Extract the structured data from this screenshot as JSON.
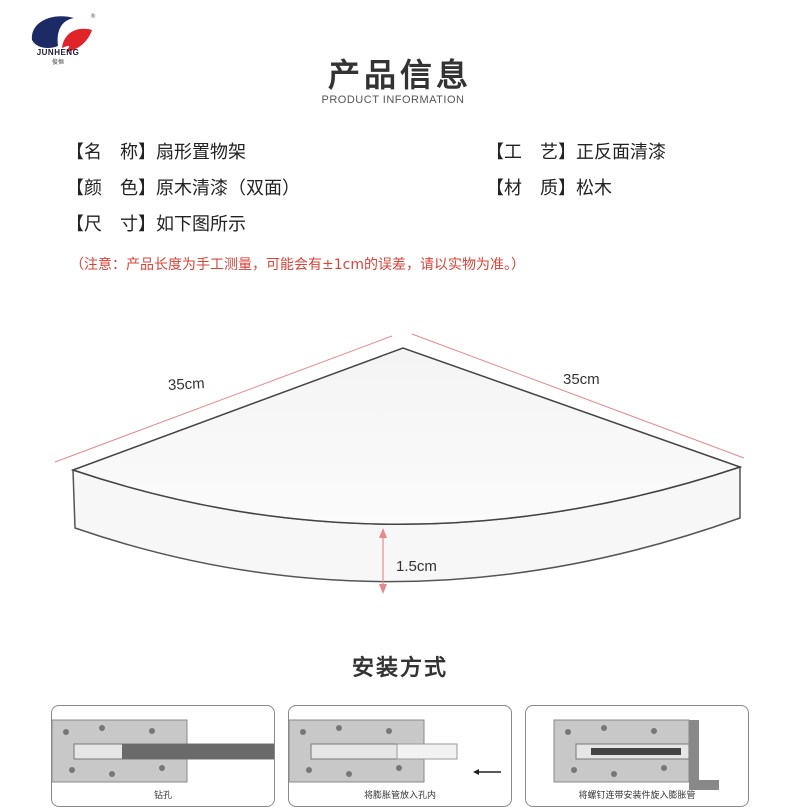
{
  "brand": {
    "name": "JUNHENG",
    "sub": "俊恒",
    "registered": "®"
  },
  "header": {
    "title": "产品信息",
    "subtitle": "PRODUCT INFORMATION"
  },
  "specs": [
    {
      "label": "【名　称】",
      "value": "扇形置物架"
    },
    {
      "label": "【工　艺】",
      "value": "正反面清漆"
    },
    {
      "label": "【颜　色】",
      "value": "原木清漆（双面）"
    },
    {
      "label": "【材　质】",
      "value": "松木"
    },
    {
      "label": "【尺　寸】",
      "value": "如下图所示"
    }
  ],
  "note": "（注意：产品长度为手工测量，可能会有±1cm的误差，请以实物为准。）",
  "dimensions": {
    "left_edge": "35cm",
    "right_edge": "35cm",
    "thickness": "1.5cm"
  },
  "colors": {
    "note": "#d9443a",
    "dimension_line": "#e58a8a",
    "brand_blue": "#1c2a66",
    "brand_red": "#e0242a"
  },
  "install": {
    "title": "安装方式",
    "steps": [
      {
        "caption": "钻孔"
      },
      {
        "caption": "将膨胀管放入孔内"
      },
      {
        "caption": "将螺钉连带安装件旋入膨胀管"
      }
    ]
  }
}
